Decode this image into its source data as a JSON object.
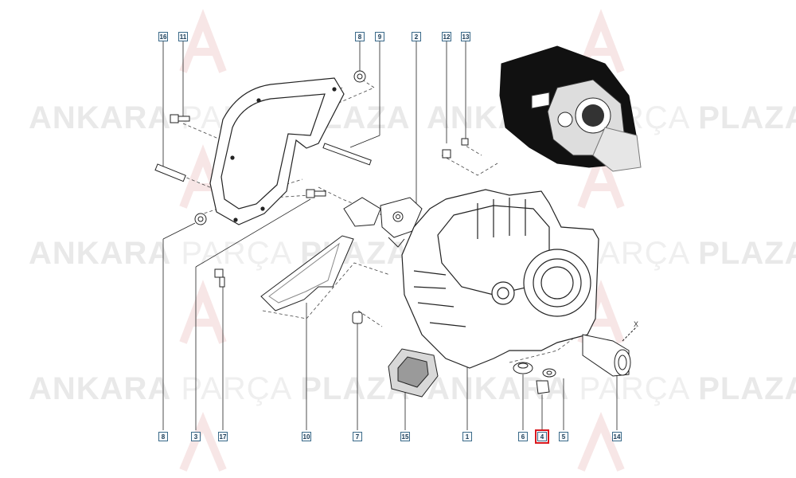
{
  "watermark": {
    "word1": "ANKARA",
    "word2": "PARÇA",
    "word3": "PLAZA",
    "logo": "AP"
  },
  "callouts": [
    {
      "id": "16",
      "label": "16"
    },
    {
      "id": "11",
      "label": "11"
    },
    {
      "id": "8",
      "label": "8"
    },
    {
      "id": "9",
      "label": "9"
    },
    {
      "id": "2",
      "label": "2"
    },
    {
      "id": "12",
      "label": "12"
    },
    {
      "id": "13",
      "label": "13"
    },
    {
      "id": "8b",
      "label": "8"
    },
    {
      "id": "3",
      "label": "3"
    },
    {
      "id": "17",
      "label": "17"
    },
    {
      "id": "10",
      "label": "10"
    },
    {
      "id": "7",
      "label": "7"
    },
    {
      "id": "15",
      "label": "15"
    },
    {
      "id": "1",
      "label": "1"
    },
    {
      "id": "6",
      "label": "6"
    },
    {
      "id": "4",
      "label": "4"
    },
    {
      "id": "5",
      "label": "5"
    },
    {
      "id": "14",
      "label": "14"
    }
  ],
  "highlighted_callout": "4",
  "axis_marker": "X",
  "colors": {
    "line": "#222222",
    "callout_border": "#3c6b8a",
    "highlight": "#d9191f",
    "watermark": "#e9e9e9"
  }
}
